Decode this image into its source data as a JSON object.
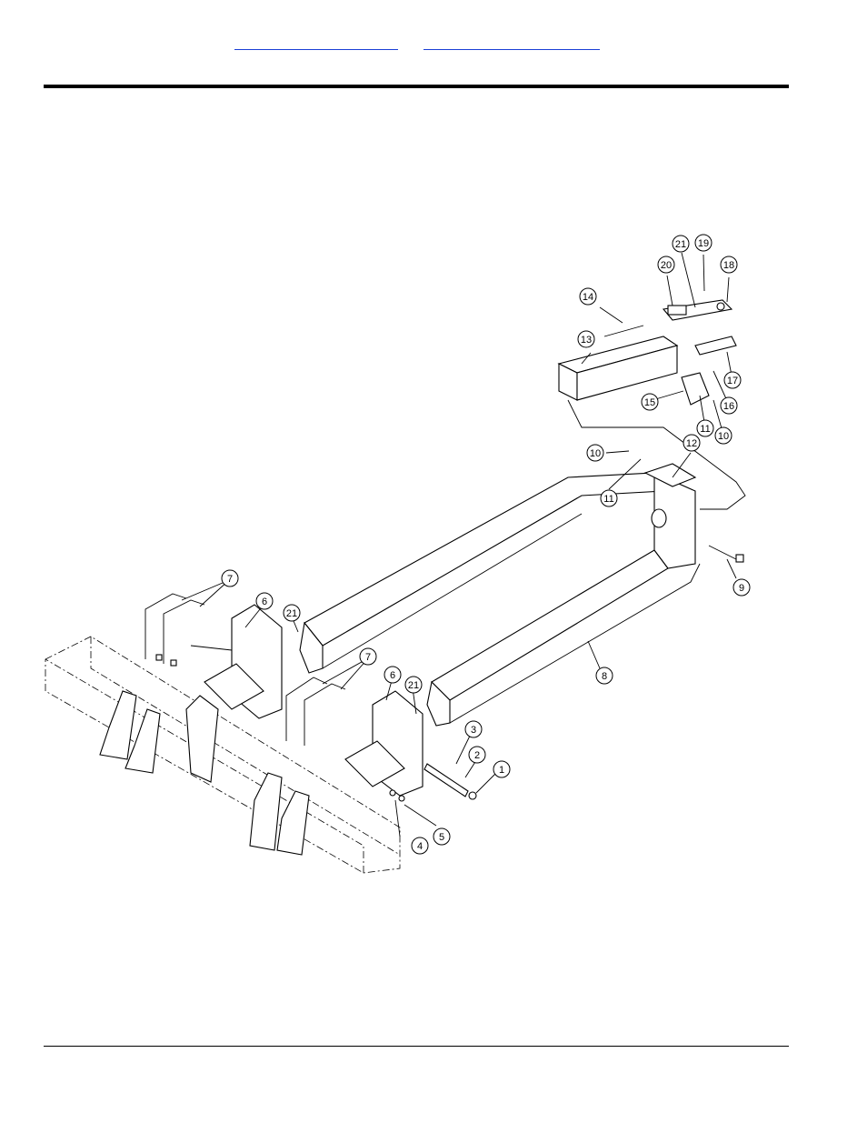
{
  "header": {
    "links": [
      {
        "label": ""
      },
      {
        "label": ""
      }
    ]
  },
  "diagram": {
    "callouts": [
      "1",
      "2",
      "3",
      "4",
      "5",
      "6",
      "6",
      "7",
      "7",
      "8",
      "9",
      "10",
      "10",
      "11",
      "11",
      "12",
      "13",
      "14",
      "15",
      "16",
      "17",
      "18",
      "19",
      "20",
      "21",
      "21",
      "21"
    ]
  }
}
